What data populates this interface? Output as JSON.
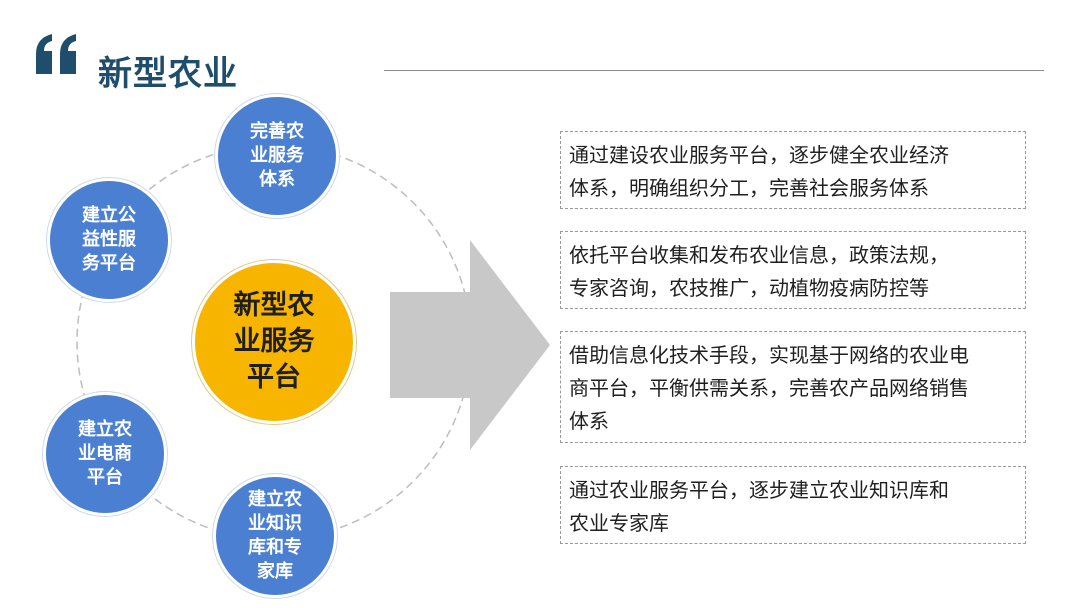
{
  "header": {
    "title": "新型农业"
  },
  "colors": {
    "title": "#1e4e6b",
    "satellite_fill": "#4a7fd2",
    "center_fill": "#f7b500",
    "arrow": "#c8c8c8",
    "box_border": "#9a9a9a"
  },
  "icons": {
    "quote": "quote-mark-icon",
    "arrow": "right-arrow-icon"
  },
  "diagram": {
    "center": [
      "新型农",
      "业服务",
      "平台"
    ],
    "satellites": [
      {
        "lines": [
          "完善农",
          "业服务",
          "体系"
        ]
      },
      {
        "lines": [
          "建立公",
          "益性服",
          "务平台"
        ]
      },
      {
        "lines": [
          "建立农",
          "业电商",
          "平台"
        ]
      },
      {
        "lines": [
          "建立农",
          "业知识",
          "库和专",
          "家库"
        ]
      }
    ]
  },
  "descriptions": [
    {
      "lines": [
        "通过建设农业服务平台，逐步健全农业经济",
        "体系，明确组织分工，完善社会服务体系"
      ]
    },
    {
      "lines": [
        "依托平台收集和发布农业信息，政策法规，",
        "专家咨询，农技推广，动植物疫病防控等"
      ]
    },
    {
      "lines": [
        "借助信息化技术手段，实现基于网络的农业电",
        "商平台，平衡供需关系，完善农产品网络销售",
        "体系"
      ]
    },
    {
      "lines": [
        "通过农业服务平台，逐步建立农业知识库和",
        "农业专家库"
      ]
    }
  ]
}
